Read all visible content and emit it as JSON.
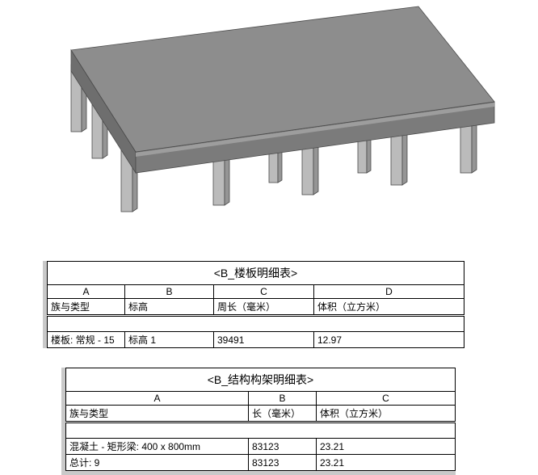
{
  "viewer": {
    "label": "3d-structural-model-view",
    "colors": {
      "slab_top": "#8d8d8d",
      "slab_side": "#6e6e6e",
      "slab_front": "#7b7b7b",
      "slab_edge_highlight": "#9d9d9d",
      "column_face": "#bbbbbb",
      "column_side": "#959595"
    }
  },
  "tables": {
    "slab": {
      "title": "<B_楼板明细表>",
      "col_letters": [
        "A",
        "B",
        "C",
        "D"
      ],
      "headers": [
        "族与类型",
        "标高",
        "周长（毫米）",
        "体积（立方米）"
      ],
      "rows": [
        {
          "family_type": "楼板: 常规 - 15",
          "level": "标高 1",
          "perimeter": "39491",
          "volume": "12.97"
        }
      ]
    },
    "framing": {
      "title": "<B_结构构架明细表>",
      "col_letters": [
        "A",
        "B",
        "C"
      ],
      "headers": [
        "族与类型",
        "长（毫米）",
        "体积（立方米）"
      ],
      "rows": [
        {
          "family_type": "混凝土 - 矩形梁: 400 x 800mm",
          "length": "83123",
          "volume": "23.21"
        }
      ],
      "total": {
        "label": "总计: 9",
        "length": "83123",
        "volume": "23.21"
      }
    }
  }
}
